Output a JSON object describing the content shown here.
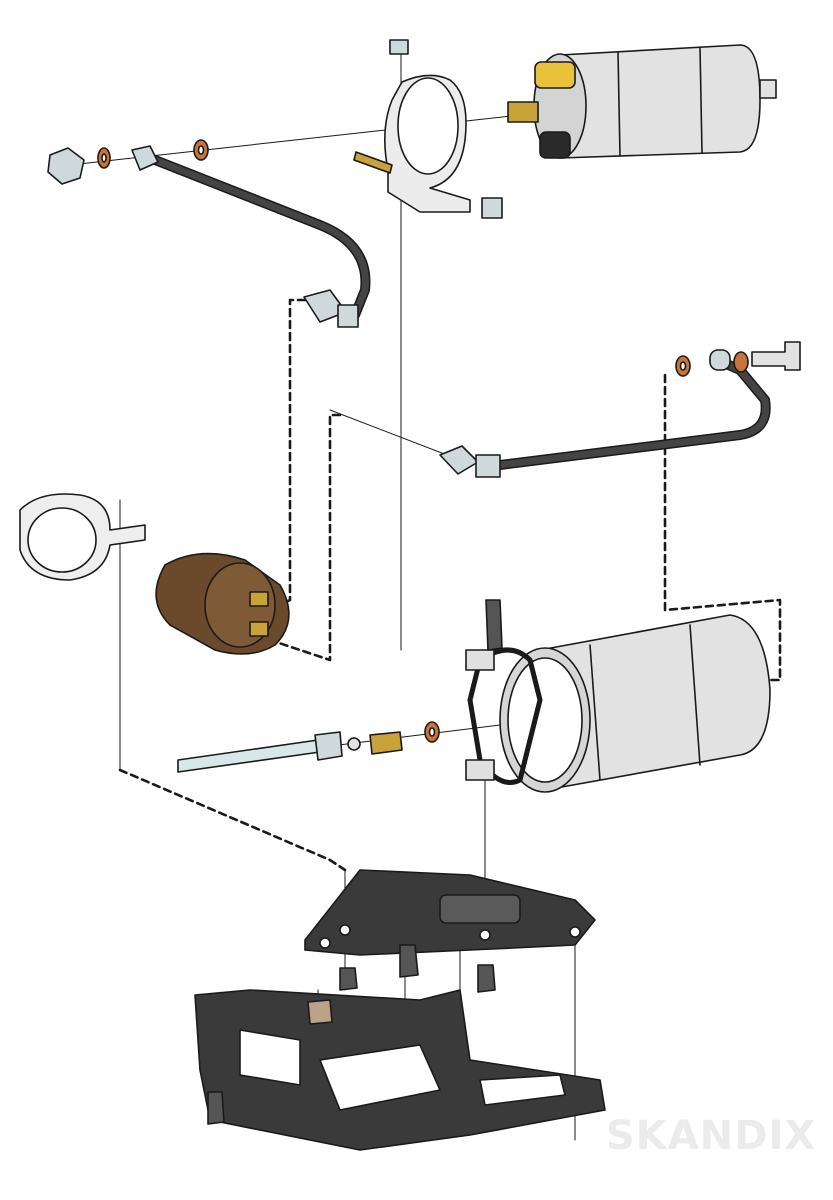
{
  "brand": {
    "watermark": "SKANDIX"
  },
  "colors": {
    "outline": "#1a1a1a",
    "pump_body": "#e2e2e2",
    "accumulator": "#6b4a2b",
    "brass": "#c9a23a",
    "copper_washer": "#c8733a",
    "hose": "#3a3a3a",
    "bracket_plate": "#3a3a3a",
    "steel_pipe": "#d8e8e8",
    "nut": "#cfd8da"
  },
  "parts": [
    {
      "id": "fuel-pump"
    },
    {
      "id": "fuel-filter"
    },
    {
      "id": "fuel-accumulator"
    },
    {
      "id": "pump-clamp"
    },
    {
      "id": "filter-clamp"
    },
    {
      "id": "small-clamp"
    },
    {
      "id": "fuel-line-upper"
    },
    {
      "id": "fuel-line-right"
    },
    {
      "id": "feed-pipe"
    },
    {
      "id": "mounting-plate"
    },
    {
      "id": "mounting-frame"
    }
  ]
}
